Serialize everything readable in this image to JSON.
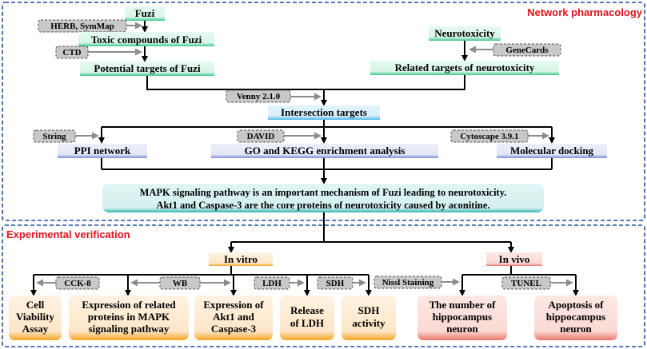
{
  "sections": {
    "network_title": "Network pharmacology",
    "experimental_title": "Experimental verification"
  },
  "nodes": {
    "fuzi": "Fuzi",
    "toxic_compounds": "Toxic compounds of Fuzi",
    "potential_targets": "Potential targets of Fuzi",
    "neurotoxicity": "Neurotoxicity",
    "related_targets": "Related targets of neurotoxicity",
    "intersection_targets": "Intersection targets",
    "ppi_network": "PPI network",
    "go_kegg": "GO  and KEGG enrichment analysis",
    "molecular_docking": "Molecular docking",
    "conclusion_line1": "MAPK signaling pathway is an important mechanism of Fuzi leading to neurotoxicity.",
    "conclusion_line2": "Akt1 and Caspase-3 are the core proteins of neurotoxicity caused by aconitine.",
    "in_vitro": "In vitro",
    "in_vivo": "In vivo"
  },
  "tools": {
    "herb_symmap": "HERB, SymMap",
    "ctd": "CTD",
    "genecards": "GeneCards",
    "venny": "Venny 2.1.0",
    "string": "String",
    "david": "DAVID",
    "cytoscape": "Cytoscape 3.9.1",
    "cck8": "CCK-8",
    "wb": "WB",
    "ldh": "LDH",
    "sdh": "SDH",
    "nissl": "Nissl Staining",
    "tunel": "TUNEL"
  },
  "results": {
    "cell_viability": [
      "Cell",
      "Viability",
      "Assay"
    ],
    "mapk_expression": [
      "Expression of related",
      "proteins in MAPK",
      "signaling pathway"
    ],
    "akt1_expression": [
      "Expression of",
      "Akt1 and",
      "Caspase-3"
    ],
    "ldh_release": [
      "Release",
      "of LDH"
    ],
    "sdh_activity": [
      "SDH",
      "activity"
    ],
    "hippocampus_number": [
      "The number of",
      "hippocampus",
      "neuron"
    ],
    "hippocampus_apoptosis": [
      "Apoptosis of",
      "hippocampus",
      "neuron"
    ]
  },
  "colors": {
    "section_border": "#1f4e9e",
    "section_title": "#e0141e",
    "green_box": "#d9f5e8",
    "green_edge": "#3cc88c",
    "blue_box": "#d6eefb",
    "blue_edge": "#46b4e6",
    "lavender_box": "#e3e6f7",
    "lavender_edge": "#7e8fd3",
    "conclusion_box": "#d4f0ef",
    "conclusion_edge": "#2fb3ad",
    "orange_box": "#fde6c8",
    "orange_edge": "#f5a623",
    "pink_box": "#fbd9d4",
    "pink_edge": "#e9776a",
    "tool_box": "#c8c8c8",
    "arrow_grey": "#8c8c8c"
  }
}
